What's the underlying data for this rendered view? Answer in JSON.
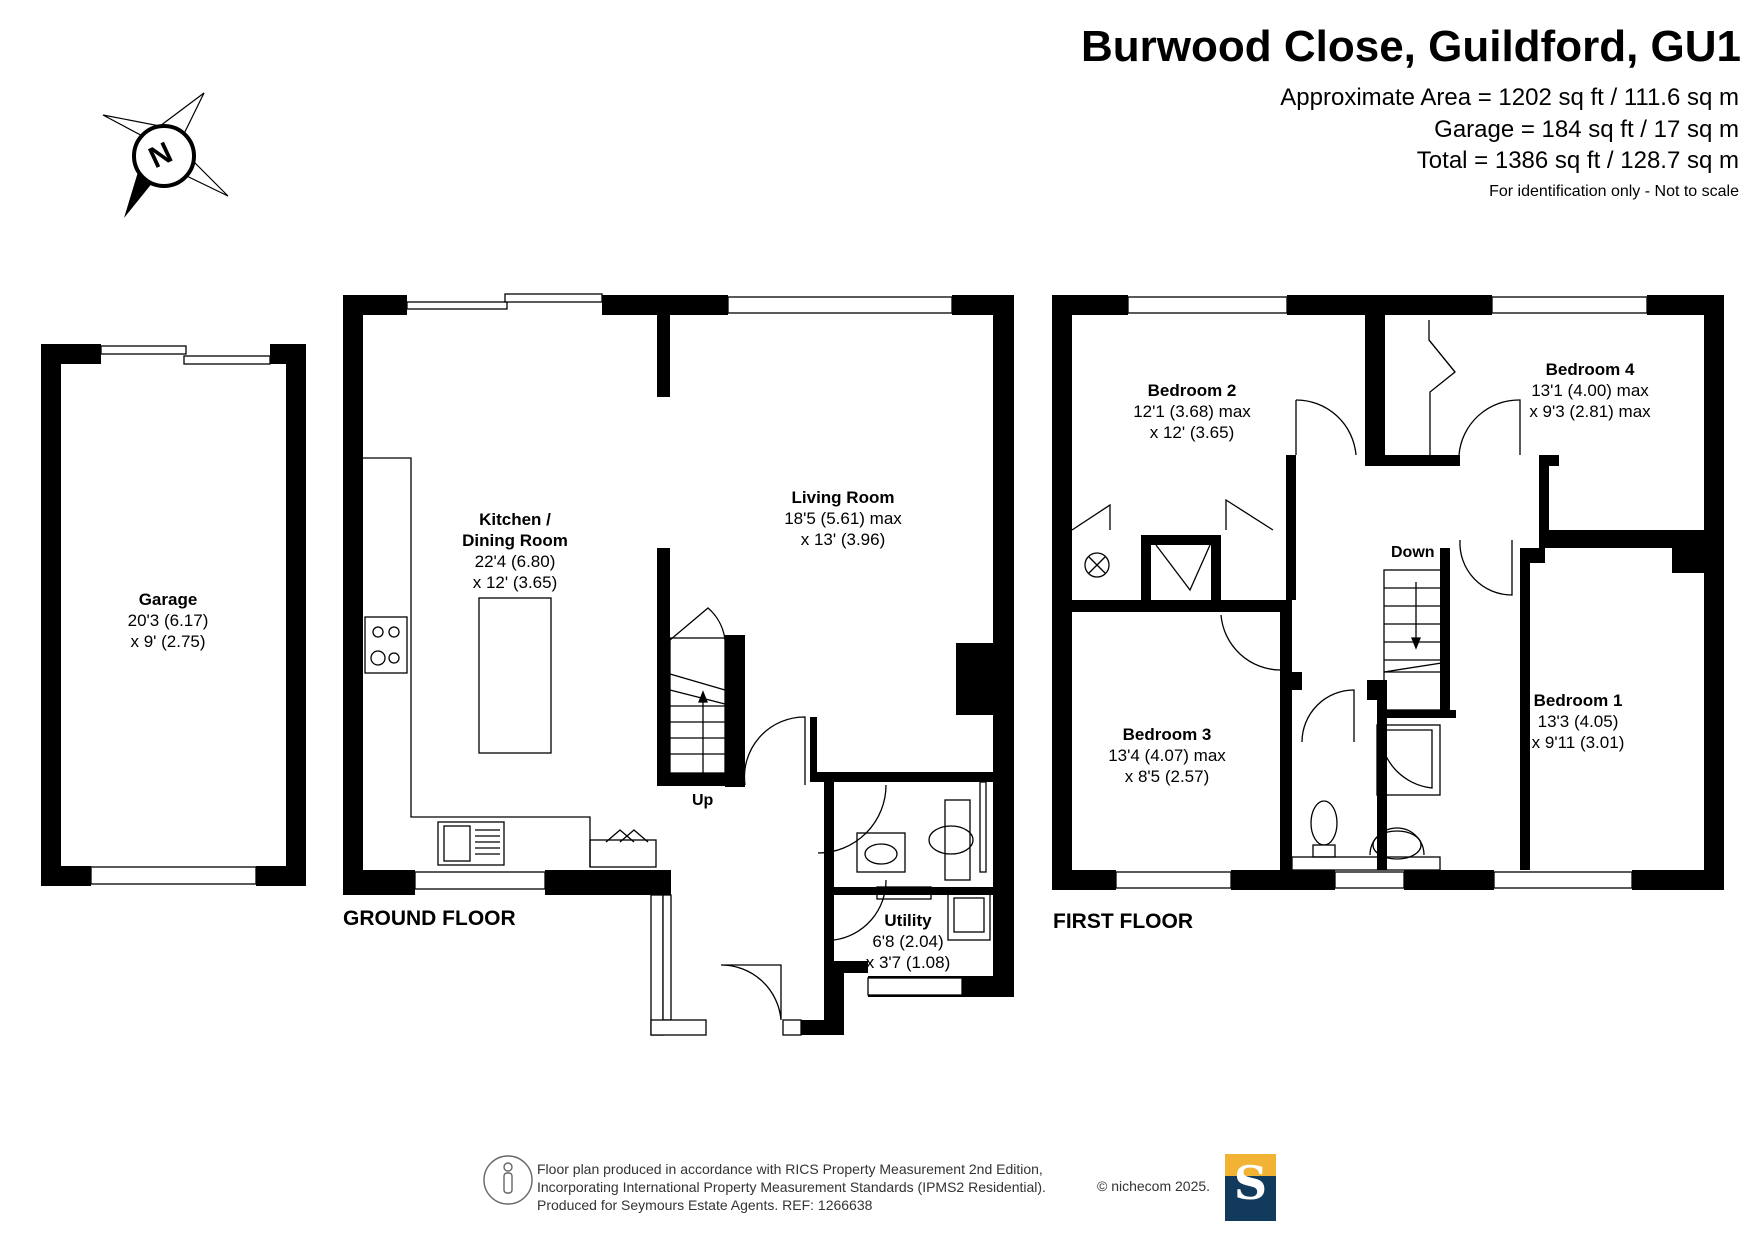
{
  "header": {
    "title": "Burwood Close, Guildford, GU1",
    "approx_area": "Approximate Area = 1202 sq ft / 111.6 sq m",
    "garage_area": "Garage = 184 sq ft / 17 sq m",
    "total_area": "Total = 1386 sq ft / 128.7 sq m",
    "disclaimer": "For identification only - Not to scale"
  },
  "compass": {
    "letter": "N",
    "icon": "north-compass-icon"
  },
  "floors": {
    "ground": "GROUND FLOOR",
    "first": "FIRST FLOOR"
  },
  "rooms": {
    "garage": {
      "name": "Garage",
      "dim1": "20'3 (6.17)",
      "dim2": "x 9' (2.75)"
    },
    "kitchen": {
      "name": "Kitchen /",
      "name2": "Dining Room",
      "dim1": "22'4 (6.80)",
      "dim2": "x 12' (3.65)"
    },
    "living": {
      "name": "Living Room",
      "dim1": "18'5 (5.61) max",
      "dim2": "x 13' (3.96)"
    },
    "utility": {
      "name": "Utility",
      "dim1": "6'8 (2.04)",
      "dim2": "x 3'7 (1.08)"
    },
    "bedroom2": {
      "name": "Bedroom 2",
      "dim1": "12'1 (3.68) max",
      "dim2": "x 12' (3.65)"
    },
    "bedroom4": {
      "name": "Bedroom 4",
      "dim1": "13'1 (4.00) max",
      "dim2": "x 9'3 (2.81) max"
    },
    "bedroom3": {
      "name": "Bedroom 3",
      "dim1": "13'4 (4.07) max",
      "dim2": "x 8'5 (2.57)"
    },
    "bedroom1": {
      "name": "Bedroom 1",
      "dim1": "13'3 (4.05)",
      "dim2": "x 9'11 (3.01)"
    }
  },
  "stairs": {
    "up": "Up",
    "down": "Down"
  },
  "footer": {
    "line1": "Floor plan produced in accordance with RICS Property Measurement 2nd Edition,",
    "line2": "Incorporating International Property Measurement Standards (IPMS2 Residential).",
    "line3": "Produced for Seymours Estate Agents.   REF: 1266638",
    "copyright": "© nichecom 2025.",
    "logo_letter": "S",
    "logo_colors": {
      "top": "#f2b233",
      "bottom": "#123a5c"
    }
  }
}
